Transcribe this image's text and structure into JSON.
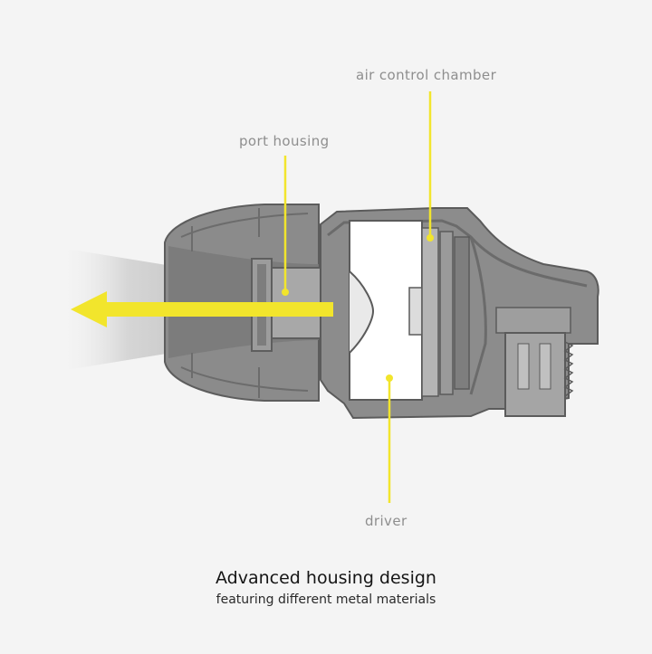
{
  "labels": {
    "air_control_chamber": "air control chamber",
    "port_housing": "port housing",
    "driver": "driver"
  },
  "caption": {
    "title": "Advanced housing design",
    "subtitle": "featuring different metal materials"
  },
  "colors": {
    "background": "#f4f4f4",
    "housing_dark": "#6e6e6e",
    "housing_mid": "#8a8a8a",
    "housing_light": "#a6a6a6",
    "driver_white": "#ffffff",
    "accent_yellow": "#f2e52c",
    "label_text": "#8e8e8e"
  },
  "icons": {
    "sound_arrow": "arrow-left-icon"
  }
}
